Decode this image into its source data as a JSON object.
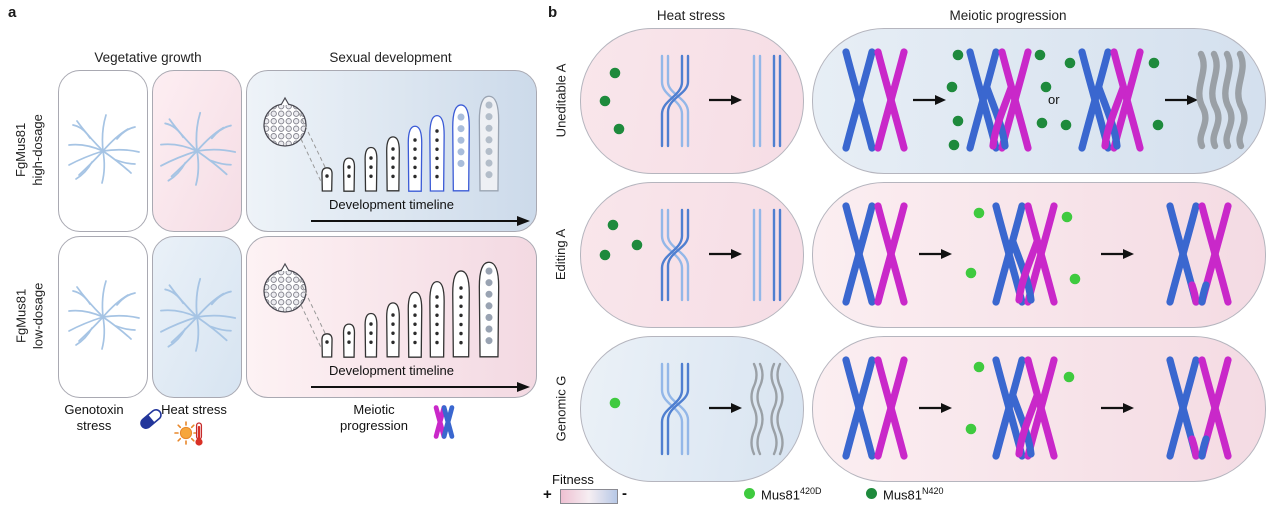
{
  "panel_a": {
    "label": "a",
    "headers": {
      "vegetative": "Vegetative growth",
      "sexual": "Sexual development"
    },
    "rows": [
      {
        "label_line1": "FgMus81",
        "label_line2": "high-dosage"
      },
      {
        "label_line1": "FgMus81",
        "label_line2": "low-dosage"
      }
    ],
    "timeline_label": "Development timeline",
    "legend": [
      {
        "label": "Genotoxin stress",
        "icon": "pill-icon"
      },
      {
        "label": "Heat stress",
        "icon": "heat-stress-icon"
      },
      {
        "label": "Meiotic progression",
        "icon": "chromosome-icon"
      }
    ]
  },
  "panel_b": {
    "label": "b",
    "headers": {
      "heat": "Heat stress",
      "meiotic": "Meiotic progression"
    },
    "rows": [
      {
        "label": "Uneditable A"
      },
      {
        "label": "Editing A"
      },
      {
        "label": "Genomic G"
      }
    ],
    "or_label": "or",
    "legend": {
      "fitness": {
        "label": "Fitness",
        "plus": "+",
        "minus": "-"
      },
      "mus81_edited": {
        "base": "Mus81",
        "sup": "420D"
      },
      "mus81_unedited": {
        "base": "Mus81",
        "sup": "N420"
      }
    }
  },
  "colors": {
    "fitness_high_pink": "#f2cdd9",
    "fitness_low_blue": "#bac9e5",
    "mus81_420d_green": "#3fca3f",
    "mus81_n420_green": "#1e8a3c",
    "chromosome_blue": "#3a67cf",
    "chromosome_magenta": "#c928c9",
    "dna_blue_light": "#93b7e8",
    "dna_blue": "#4f7fd0",
    "failed_gray": "#9aa0a6"
  }
}
